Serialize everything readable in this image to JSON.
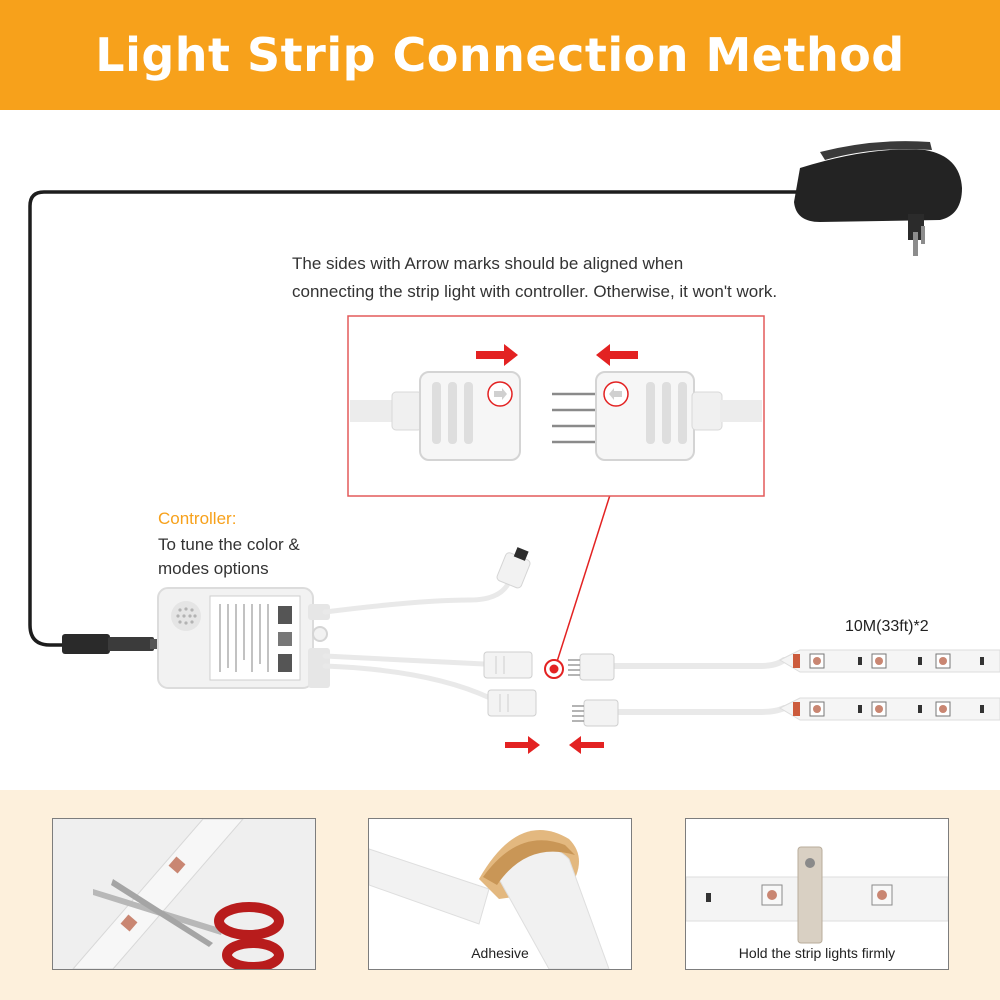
{
  "header": {
    "title": "Light Strip Connection Method"
  },
  "note": {
    "line1": "The sides with Arrow marks should be aligned when",
    "line2": "connecting the strip light with controller. Otherwise, it won't work."
  },
  "controller": {
    "title": "Controller:",
    "desc_line1": "To tune the color &",
    "desc_line2": "modes options"
  },
  "strip_length": "10M(33ft)*2",
  "panels": [
    {
      "caption": ""
    },
    {
      "caption": "Adhesive"
    },
    {
      "caption": "Hold the strip lights firmly"
    }
  ],
  "colors": {
    "accent": "#f7a11b",
    "arrow": "#e32222",
    "cable": "#e9e9e9",
    "adapter": "#232323"
  }
}
